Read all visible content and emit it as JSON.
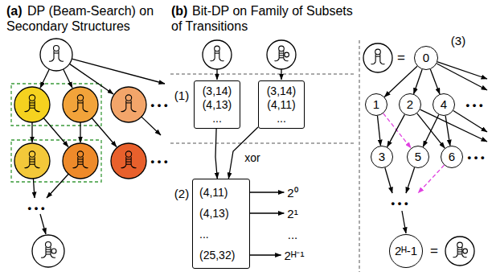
{
  "diagram": {
    "nodes": [
      {
        "text": [
          "(3,14)",
          "(4,13)",
          "..."
        ]
      },
      {
        "text": [
          "(3,14)",
          "(4,11)",
          "..."
        ]
      },
      {
        "text": [
          "(4,11)",
          "(4,13)",
          "...",
          "(25,32)"
        ]
      },
      {
        "text": [
          "0"
        ]
      },
      {
        "text": [
          "1"
        ]
      },
      {
        "text": [
          "2"
        ]
      },
      {
        "text": [
          "4"
        ]
      },
      {
        "text": [
          "3"
        ]
      },
      {
        "text": [
          "5"
        ]
      },
      {
        "text": [
          "6"
        ]
      },
      {
        "text": [
          "2ᴴ-1"
        ]
      }
    ],
    "edges": [
      {
        "from": 0,
        "to": 2,
        "arrow": "to"
      },
      {
        "from": 1,
        "to": 2,
        "arrow": "to"
      },
      {
        "from": 3,
        "to": 4,
        "arrow": "to"
      },
      {
        "from": 3,
        "to": 5,
        "arrow": "to"
      },
      {
        "from": 3,
        "to": 6,
        "arrow": "to"
      },
      {
        "from": 4,
        "to": 7,
        "arrow": "to"
      },
      {
        "from": 4,
        "to": 8,
        "arrow": "to"
      },
      {
        "from": 5,
        "to": 7,
        "arrow": "to"
      },
      {
        "from": 5,
        "to": 9,
        "arrow": "to"
      },
      {
        "from": 6,
        "to": 8,
        "arrow": "to"
      },
      {
        "from": 6,
        "to": 9,
        "arrow": "to"
      }
    ],
    "labels": [
      "(a)",
      "DP (Beam-Search) on Secondary Structures",
      "(b)",
      "Bit-DP on Family of Subsets of Transitions",
      "• • •",
      "• • •",
      "• • •",
      "(1)",
      "xor",
      "(2)",
      "2⁰",
      "2¹",
      "...",
      "2ᴴ⁻¹",
      "(3)",
      "=",
      "=",
      "• • •",
      "• • •",
      "• • •"
    ]
  }
}
